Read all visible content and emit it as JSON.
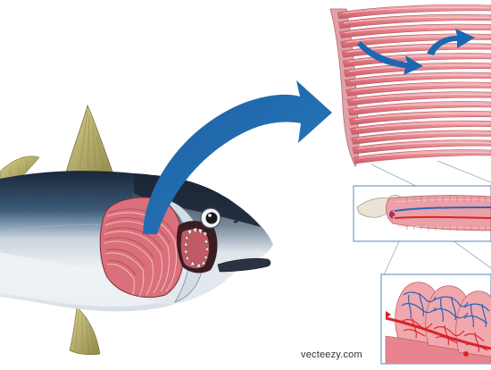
{
  "watermark": "vecteezy.com",
  "colors": {
    "background": "#ffffff",
    "arrow_blue": "#1f6fb2",
    "gill_pink": "#e8848d",
    "gill_light": "#f2b2b6",
    "artery_red": "#d9232b",
    "vein_blue": "#2a64b8",
    "fish_back": "#1e2a3a",
    "fish_belly": "#e9eef3",
    "fin_olive": "#c2b56b",
    "inset_border": "#5a86b5"
  },
  "icons": {
    "main_arrow": "curved-arrow",
    "water_flow": "curved-arrow"
  }
}
